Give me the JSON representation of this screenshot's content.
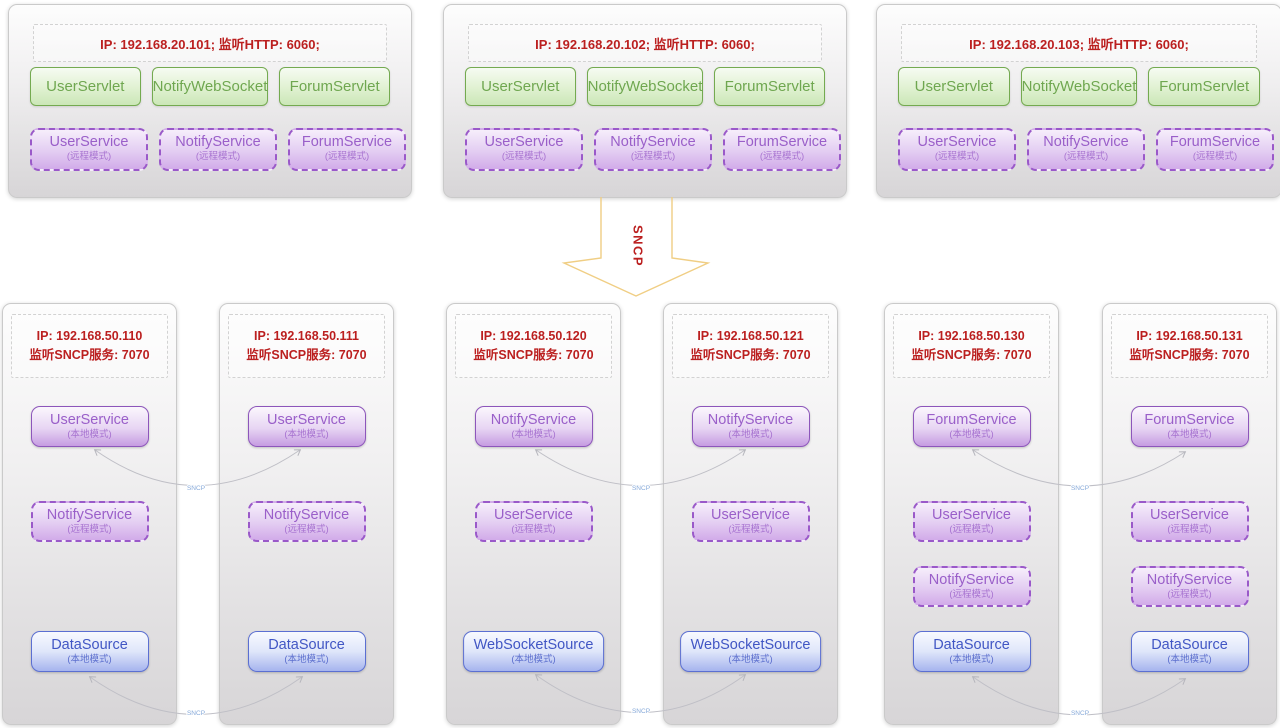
{
  "top_nodes": [
    {
      "header": "IP: 192.168.20.101;  监听HTTP: 6060;",
      "servlets": [
        "UserServlet",
        "NotifyWebSocket",
        "ForumServlet"
      ],
      "services": [
        {
          "name": "UserService",
          "mode": "(远程模式)"
        },
        {
          "name": "NotifyService",
          "mode": "(远程模式)"
        },
        {
          "name": "ForumService",
          "mode": "(远程模式)"
        }
      ]
    },
    {
      "header": "IP: 192.168.20.102;  监听HTTP: 6060;",
      "servlets": [
        "UserServlet",
        "NotifyWebSocket",
        "ForumServlet"
      ],
      "services": [
        {
          "name": "UserService",
          "mode": "(远程模式)"
        },
        {
          "name": "NotifyService",
          "mode": "(远程模式)"
        },
        {
          "name": "ForumService",
          "mode": "(远程模式)"
        }
      ]
    },
    {
      "header": "IP: 192.168.20.103;  监听HTTP: 6060;",
      "servlets": [
        "UserServlet",
        "NotifyWebSocket",
        "ForumServlet"
      ],
      "services": [
        {
          "name": "UserService",
          "mode": "(远程模式)"
        },
        {
          "name": "NotifyService",
          "mode": "(远程模式)"
        },
        {
          "name": "ForumService",
          "mode": "(远程模式)"
        }
      ]
    }
  ],
  "flow_arrow": {
    "label": "SNCP"
  },
  "link_label": "SNCP",
  "bottom_nodes": [
    {
      "ip": "IP: 192.168.50.110",
      "listen": "监听SNCP服务: 7070",
      "services": [
        {
          "name": "UserService",
          "mode": "(本地模式)"
        },
        {
          "name": "NotifyService",
          "mode": "(远程模式)"
        },
        {
          "name": "DataSource",
          "mode": "(本地模式)"
        }
      ]
    },
    {
      "ip": "IP: 192.168.50.111",
      "listen": "监听SNCP服务: 7070",
      "services": [
        {
          "name": "UserService",
          "mode": "(本地模式)"
        },
        {
          "name": "NotifyService",
          "mode": "(远程模式)"
        },
        {
          "name": "DataSource",
          "mode": "(本地模式)"
        }
      ]
    },
    {
      "ip": "IP: 192.168.50.120",
      "listen": "监听SNCP服务: 7070",
      "services": [
        {
          "name": "NotifyService",
          "mode": "(本地模式)"
        },
        {
          "name": "UserService",
          "mode": "(远程模式)"
        },
        {
          "name": "WebSocketSource",
          "mode": "(本地模式)"
        }
      ]
    },
    {
      "ip": "IP: 192.168.50.121",
      "listen": "监听SNCP服务: 7070",
      "services": [
        {
          "name": "NotifyService",
          "mode": "(本地模式)"
        },
        {
          "name": "UserService",
          "mode": "(远程模式)"
        },
        {
          "name": "WebSocketSource",
          "mode": "(本地模式)"
        }
      ]
    },
    {
      "ip": "IP: 192.168.50.130",
      "listen": "监听SNCP服务: 7070",
      "services": [
        {
          "name": "ForumService",
          "mode": "(本地模式)"
        },
        {
          "name": "UserService",
          "mode": "(远程模式)"
        },
        {
          "name": "NotifyService",
          "mode": "(远程模式)"
        },
        {
          "name": "DataSource",
          "mode": "(本地模式)"
        }
      ]
    },
    {
      "ip": "IP: 192.168.50.131",
      "listen": "监听SNCP服务: 7070",
      "services": [
        {
          "name": "ForumService",
          "mode": "(本地模式)"
        },
        {
          "name": "UserService",
          "mode": "(远程模式)"
        },
        {
          "name": "NotifyService",
          "mode": "(远程模式)"
        },
        {
          "name": "DataSource",
          "mode": "(本地模式)"
        }
      ]
    }
  ],
  "colors": {
    "red-text": "#bb1f1f",
    "green-border": "#74aa50",
    "green-text": "#6fa750",
    "purple-border": "#9a59c9",
    "purple-text": "#9a5fc9",
    "blue-border": "#5b6fd2",
    "blue-text": "#4156c4",
    "arrow-gold": "#f0ce84",
    "link-line": "#bfbfc6",
    "link-label": "#86a9d9"
  }
}
